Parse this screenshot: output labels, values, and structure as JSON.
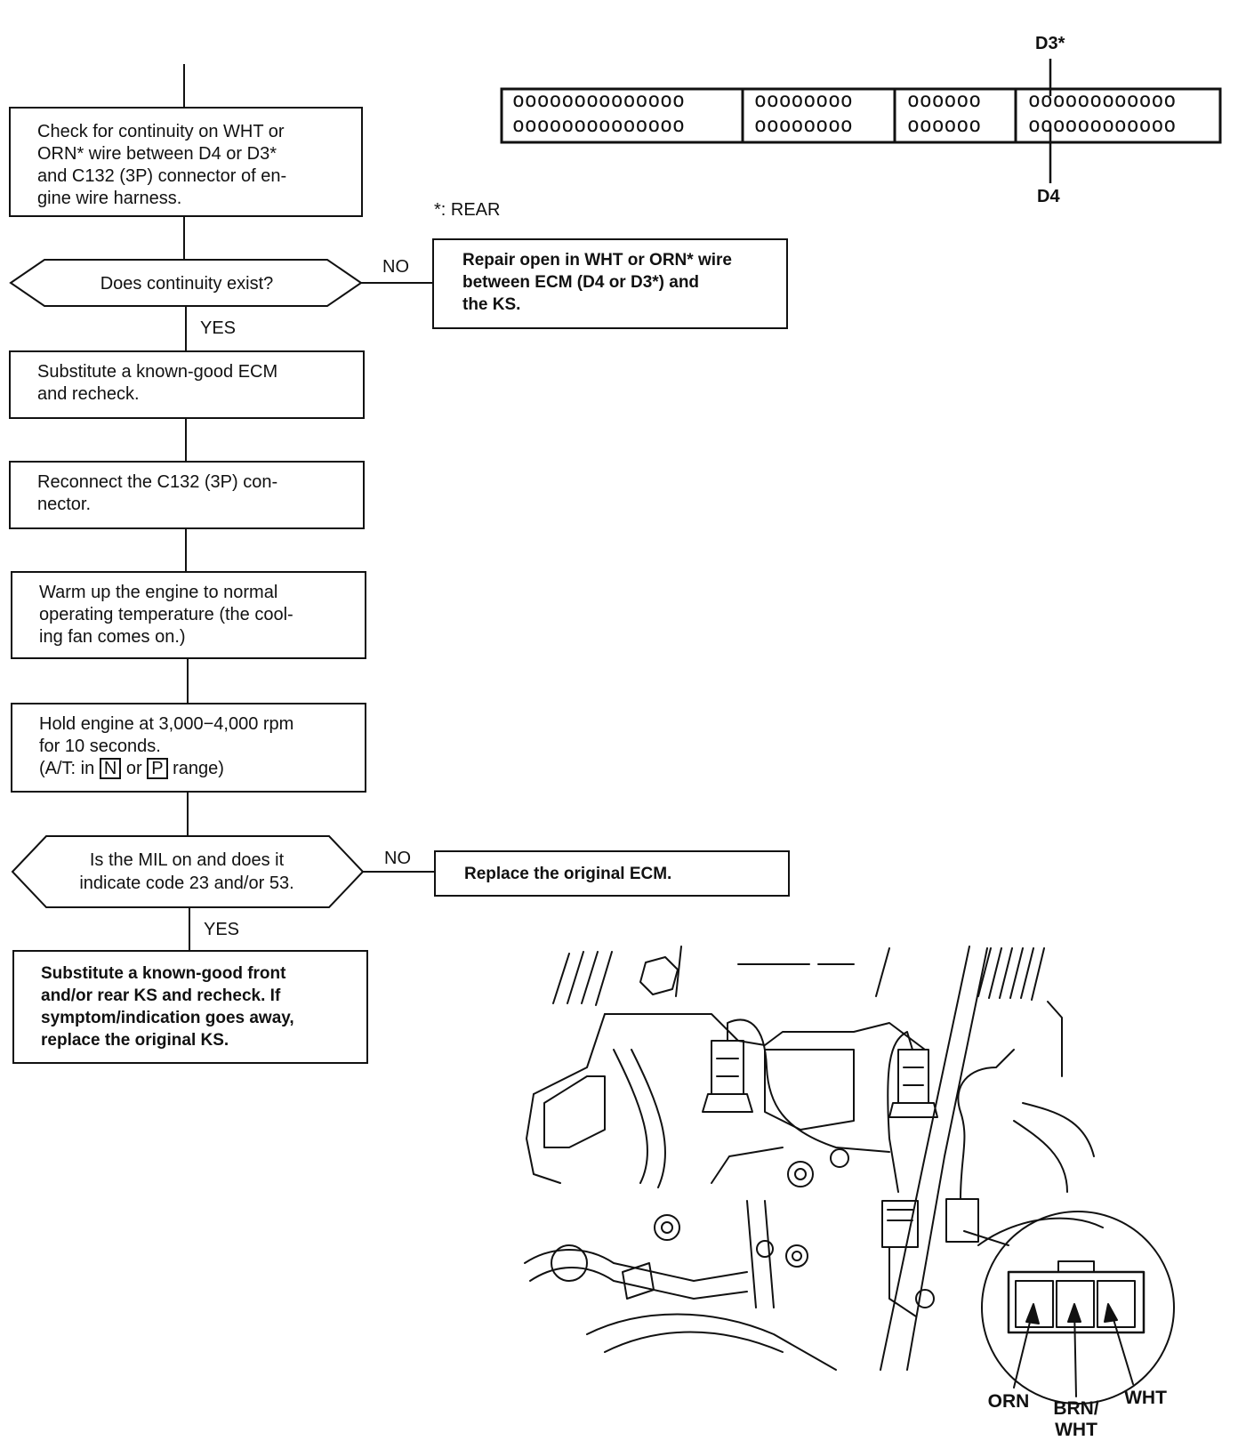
{
  "footnote": "*: REAR",
  "connector": {
    "label_top": "D3*",
    "label_bottom": "D4",
    "groups": [
      {
        "row1": "oooooooooooooo",
        "row2": "oooooooooooooo"
      },
      {
        "row1": "oooooooo",
        "row2": "oooooooo"
      },
      {
        "row1": "oooooo",
        "row2": "oooooo"
      },
      {
        "row1": "oooooooooooo",
        "row2": "oooooooooooo"
      }
    ]
  },
  "flow": {
    "step1": {
      "line1": "Check for continuity on WHT or",
      "line2": "ORN* wire between D4 or D3*",
      "line3": "and C132 (3P) connector of en-",
      "line4": "gine wire harness."
    },
    "decision1": {
      "text": "Does continuity exist?",
      "no_label": "NO",
      "yes_label": "YES"
    },
    "no_action1": {
      "line1": "Repair open in WHT or ORN* wire",
      "line2": "between ECM (D4 or D3*) and",
      "line3": "the KS."
    },
    "step2": {
      "line1": "Substitute a known-good ECM",
      "line2": "and recheck."
    },
    "step3": {
      "line1": "Reconnect the C132 (3P) con-",
      "line2": "nector."
    },
    "step4": {
      "line1": "Warm up the engine to normal",
      "line2": "operating temperature (the cool-",
      "line3": "ing fan comes on.)"
    },
    "step5": {
      "line1": "Hold engine at 3,000−4,000 rpm",
      "line2": "for 10 seconds.",
      "line3_pre": "(A/T: in",
      "box_n": "N",
      "line3_mid": "or",
      "box_p": "P",
      "line3_post": "range)"
    },
    "decision2": {
      "line1": "Is the MIL on and does it",
      "line2": "indicate code 23 and/or 53.",
      "no_label": "NO",
      "yes_label": "YES"
    },
    "no_action2": {
      "text": "Replace the original ECM."
    },
    "step6": {
      "line1": "Substitute a known-good front",
      "line2": "and/or rear KS and recheck. If",
      "line3": "symptom/indication goes away,",
      "line4": "replace the original KS."
    }
  },
  "illustration": {
    "wire_labels": {
      "left": "ORN",
      "middle_line1": "BRN/",
      "middle_line2": "WHT",
      "right": "WHT"
    }
  }
}
